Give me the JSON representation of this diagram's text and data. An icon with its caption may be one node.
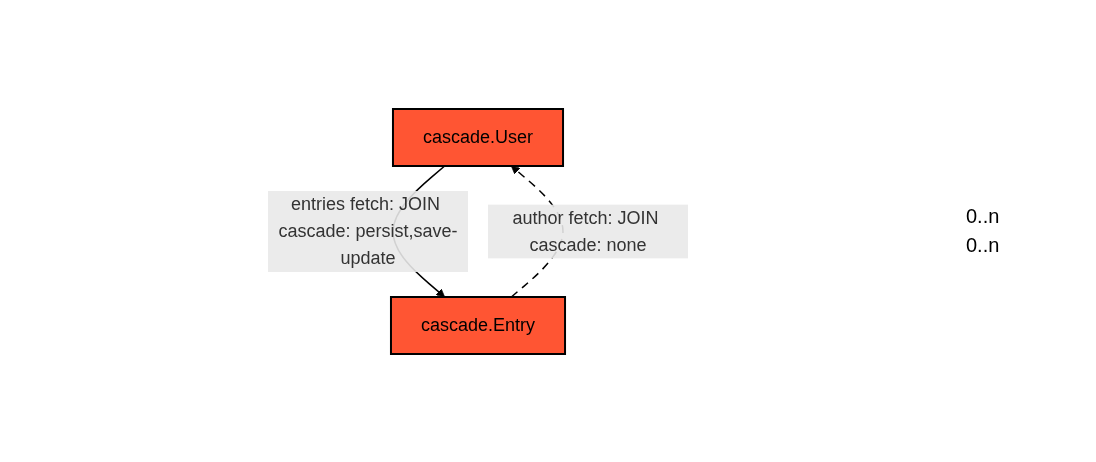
{
  "diagram": {
    "nodes": [
      {
        "text": [
          "cascade.User"
        ]
      },
      {
        "text": [
          "cascade.Entry"
        ]
      }
    ],
    "edges": [
      {
        "from": 0,
        "to": 1,
        "arrow": "to",
        "label": "entries fetch: JOIN cascade: persist,save-update"
      },
      {
        "from": 1,
        "to": 0,
        "arrow": "to",
        "label": "author fetch: JOIN cascade: none",
        "style": "dashed"
      }
    ],
    "labels": [
      "0..n",
      "0..n"
    ]
  }
}
